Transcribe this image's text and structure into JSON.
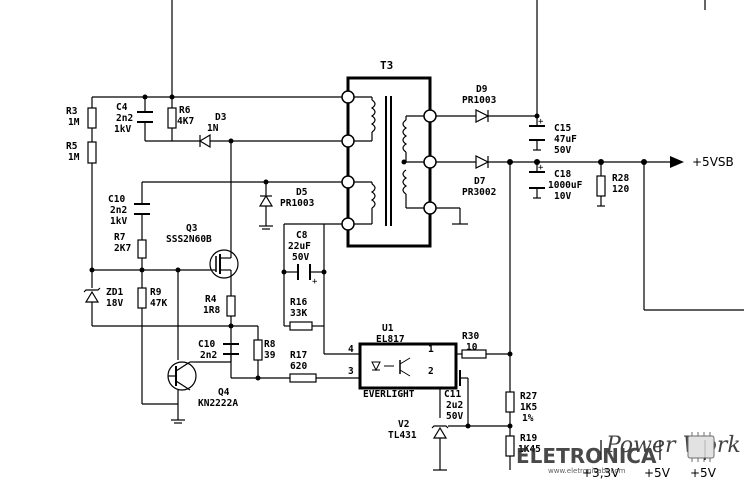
{
  "transformer": {
    "ref": "T3"
  },
  "components": {
    "R3": {
      "ref": "R3",
      "value": "1M"
    },
    "R5": {
      "ref": "R5",
      "value": "1M"
    },
    "C4": {
      "ref": "C4",
      "value1": "2n2",
      "value2": "1kV"
    },
    "R6": {
      "ref": "R6",
      "value": "4K7"
    },
    "D3": {
      "ref": "D3",
      "value": "1N"
    },
    "C10a": {
      "ref": "C10",
      "value1": "2n2",
      "value2": "1kV"
    },
    "R7": {
      "ref": "R7",
      "value": "2K7"
    },
    "Q3": {
      "ref": "Q3",
      "value": "SSS2N60B"
    },
    "ZD1": {
      "ref": "ZD1",
      "value": "18V"
    },
    "R9": {
      "ref": "R9",
      "value": "47K"
    },
    "R4": {
      "ref": "R4",
      "value": "1R8"
    },
    "C10b": {
      "ref": "C10",
      "value": "2n2"
    },
    "R8": {
      "ref": "R8",
      "value": "39"
    },
    "Q4": {
      "ref": "Q4",
      "value": "KN2222A"
    },
    "D5": {
      "ref": "D5",
      "value": "PR1003"
    },
    "C8": {
      "ref": "C8",
      "value1": "22uF",
      "value2": "50V"
    },
    "R16": {
      "ref": "R16",
      "value": "33K"
    },
    "R17": {
      "ref": "R17",
      "value": "620"
    },
    "D9": {
      "ref": "D9",
      "value": "PR1003"
    },
    "D7": {
      "ref": "D7",
      "value": "PR3002"
    },
    "C15": {
      "ref": "C15",
      "value1": "47uF",
      "value2": "50V"
    },
    "C18": {
      "ref": "C18",
      "value1": "1000uF",
      "value2": "10V"
    },
    "R28": {
      "ref": "R28",
      "value": "120"
    },
    "U1": {
      "ref": "U1",
      "value": "EL817",
      "brand": "EVERLIGHT",
      "pin1": "1",
      "pin2": "2",
      "pin3": "3",
      "pin4": "4"
    },
    "R30": {
      "ref": "R30",
      "value": "10"
    },
    "C11": {
      "ref": "C11",
      "value1": "2u2",
      "value2": "50V"
    },
    "V2": {
      "ref": "V2",
      "value": "TL431"
    },
    "R27": {
      "ref": "R27",
      "value1": "1K5",
      "value2": "1%"
    },
    "R19": {
      "ref": "R19",
      "value": "1K45"
    }
  },
  "rails": {
    "vsb": "+5VSB",
    "v33": "+3,3V",
    "v5a": "+5V",
    "v5b": "+5V"
  },
  "watermark": {
    "brand": "ELETRONICA",
    "site": "www.eletronicabr.com",
    "script": "Power Work"
  }
}
